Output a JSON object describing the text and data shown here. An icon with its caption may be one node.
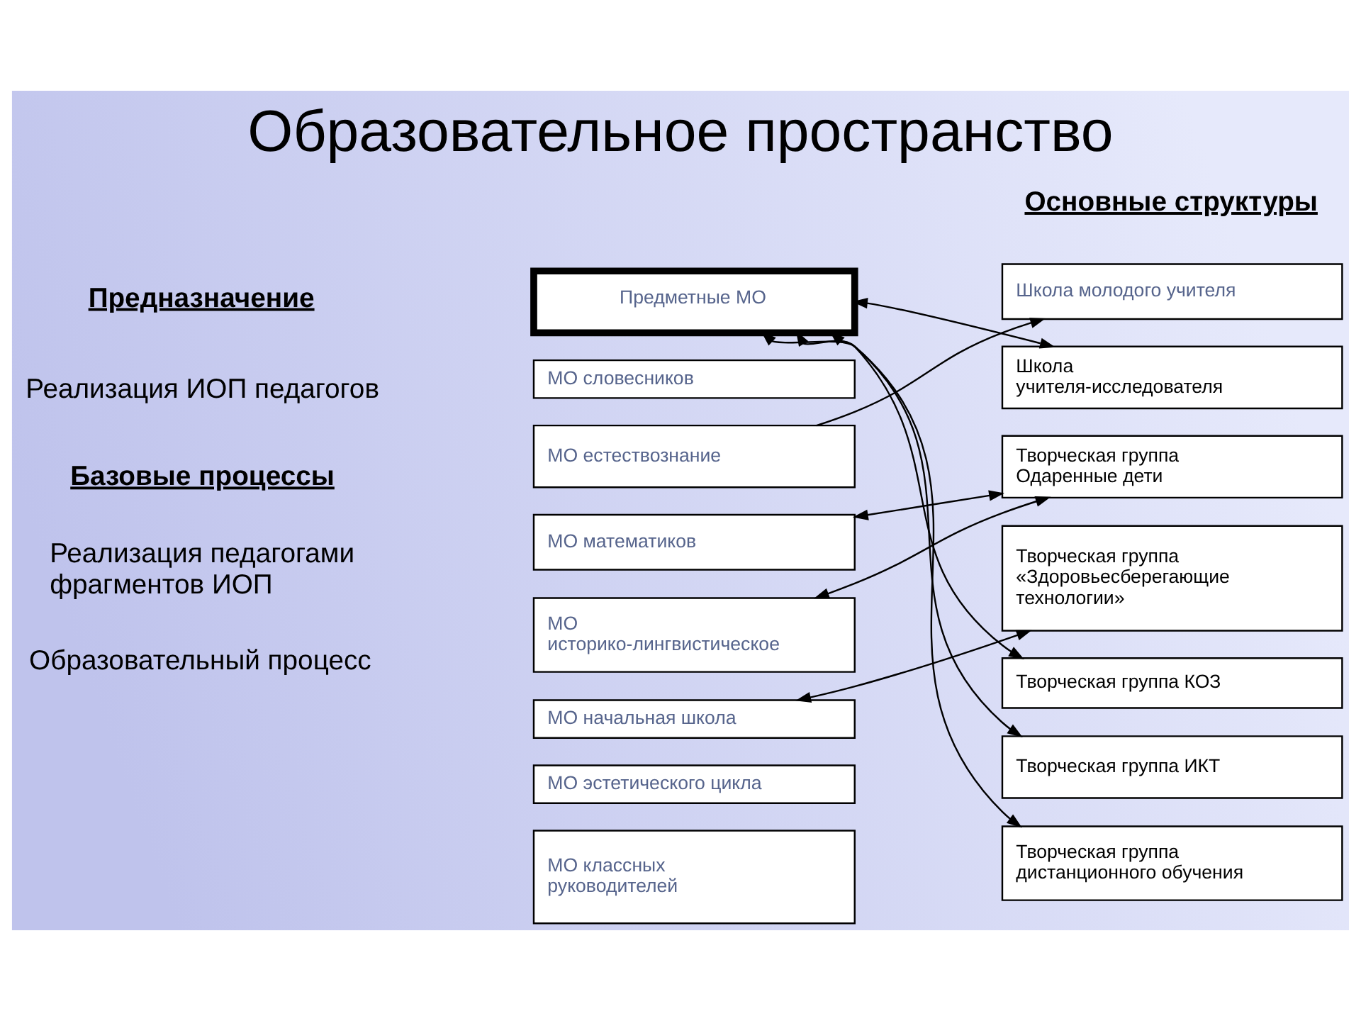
{
  "diagram": {
    "title": "Образовательное пространство",
    "nodes": [
      {
        "text": [
          "Предметные МО"
        ]
      },
      {
        "text": [
          "МО словесников"
        ]
      },
      {
        "text": [
          "МО естествознание"
        ]
      },
      {
        "text": [
          "МО математиков"
        ]
      },
      {
        "text": [
          "МО историко-лингвистическое"
        ]
      },
      {
        "text": [
          "МО начальная школа"
        ]
      },
      {
        "text": [
          "МО эстетического цикла"
        ]
      },
      {
        "text": [
          "МО классных руководителей"
        ]
      },
      {
        "text": [
          "Школа молодого учителя"
        ]
      },
      {
        "text": [
          "Школа учителя-исследователя"
        ]
      },
      {
        "text": [
          "Творческая группа Одаренные дети"
        ]
      },
      {
        "text": [
          "Творческая группа «Здоровьесберегающие технологии»"
        ]
      },
      {
        "text": [
          "Творческая группа КОЗ"
        ]
      },
      {
        "text": [
          "Творческая группа ИКТ"
        ]
      },
      {
        "text": [
          "Творческая группа дистанционного обучения"
        ]
      }
    ],
    "edges": [
      {
        "from": 0,
        "to": 9,
        "arrow": "both"
      },
      {
        "from": 2,
        "to": 8,
        "arrow": "to"
      },
      {
        "from": 3,
        "to": 10,
        "arrow": "both"
      },
      {
        "from": 4,
        "to": 10,
        "arrow": "both"
      },
      {
        "from": 5,
        "to": 11,
        "arrow": "both"
      },
      {
        "from": 0,
        "to": 12,
        "arrow": "both"
      },
      {
        "from": 0,
        "to": 13,
        "arrow": "both"
      },
      {
        "from": 0,
        "to": 14,
        "arrow": "both"
      }
    ],
    "labels": [
      "Предназначение",
      "Реализация ИОП педагогов",
      "Основные структуры",
      "Базовые процессы",
      "Реализация педагогами фрагментов ИОП",
      "Образовательный процесс"
    ]
  }
}
